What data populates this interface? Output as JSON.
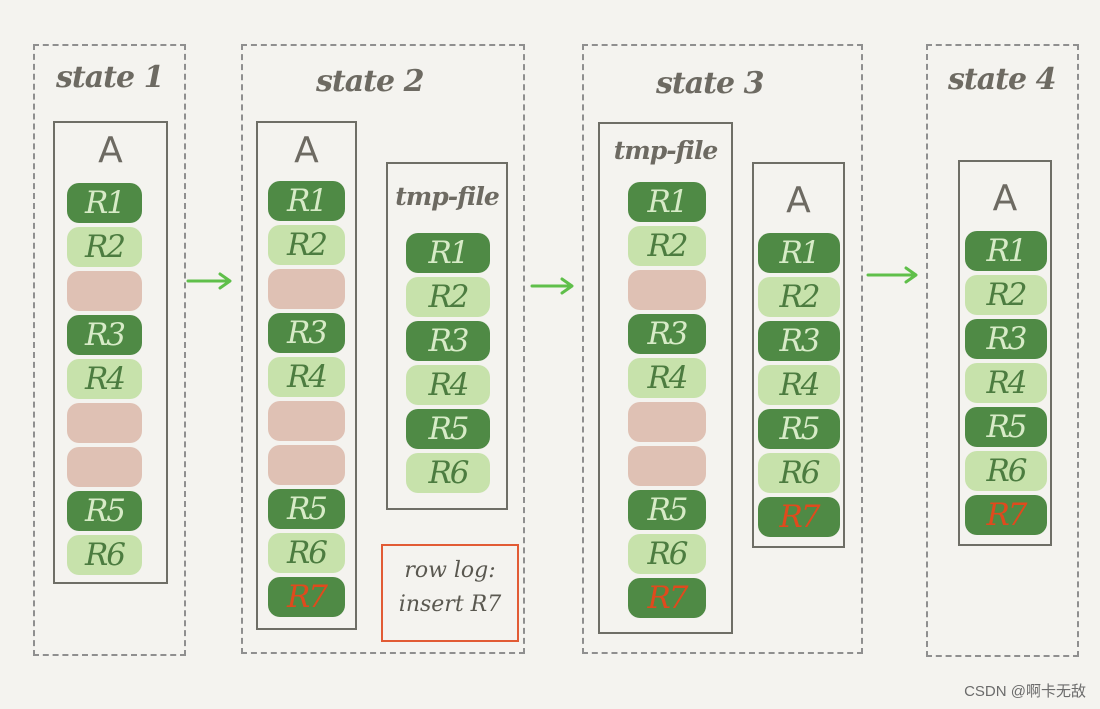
{
  "states": [
    {
      "title": "state 1"
    },
    {
      "title": "state 2"
    },
    {
      "title": "state 3"
    },
    {
      "title": "state 4"
    }
  ],
  "tables": {
    "s1_a": {
      "title": "A",
      "rows": [
        {
          "label": "R1",
          "style": "dark"
        },
        {
          "label": "R2",
          "style": "light"
        },
        {
          "label": "",
          "style": "empty"
        },
        {
          "label": "R3",
          "style": "dark"
        },
        {
          "label": "R4",
          "style": "light"
        },
        {
          "label": "",
          "style": "empty"
        },
        {
          "label": "",
          "style": "empty"
        },
        {
          "label": "R5",
          "style": "dark"
        },
        {
          "label": "R6",
          "style": "light"
        }
      ]
    },
    "s2_a": {
      "title": "A",
      "rows": [
        {
          "label": "R1",
          "style": "dark"
        },
        {
          "label": "R2",
          "style": "light"
        },
        {
          "label": "",
          "style": "empty"
        },
        {
          "label": "R3",
          "style": "dark"
        },
        {
          "label": "R4",
          "style": "light"
        },
        {
          "label": "",
          "style": "empty"
        },
        {
          "label": "",
          "style": "empty"
        },
        {
          "label": "R5",
          "style": "dark"
        },
        {
          "label": "R6",
          "style": "light"
        },
        {
          "label": "R7",
          "style": "dark",
          "red": true
        }
      ]
    },
    "s2_tmp": {
      "title": "tmp-file",
      "rows": [
        {
          "label": "R1",
          "style": "dark"
        },
        {
          "label": "R2",
          "style": "light"
        },
        {
          "label": "R3",
          "style": "dark"
        },
        {
          "label": "R4",
          "style": "light"
        },
        {
          "label": "R5",
          "style": "dark"
        },
        {
          "label": "R6",
          "style": "light"
        }
      ]
    },
    "s3_tmp": {
      "title": "tmp-file",
      "rows": [
        {
          "label": "R1",
          "style": "dark"
        },
        {
          "label": "R2",
          "style": "light"
        },
        {
          "label": "",
          "style": "empty"
        },
        {
          "label": "R3",
          "style": "dark"
        },
        {
          "label": "R4",
          "style": "light"
        },
        {
          "label": "",
          "style": "empty"
        },
        {
          "label": "",
          "style": "empty"
        },
        {
          "label": "R5",
          "style": "dark"
        },
        {
          "label": "R6",
          "style": "light"
        },
        {
          "label": "R7",
          "style": "dark",
          "red": true
        }
      ]
    },
    "s3_a": {
      "title": "A",
      "rows": [
        {
          "label": "R1",
          "style": "dark"
        },
        {
          "label": "R2",
          "style": "light"
        },
        {
          "label": "R3",
          "style": "dark"
        },
        {
          "label": "R4",
          "style": "light"
        },
        {
          "label": "R5",
          "style": "dark"
        },
        {
          "label": "R6",
          "style": "light"
        },
        {
          "label": "R7",
          "style": "dark",
          "red": true
        }
      ]
    },
    "s4_a": {
      "title": "A",
      "rows": [
        {
          "label": "R1",
          "style": "dark"
        },
        {
          "label": "R2",
          "style": "light"
        },
        {
          "label": "R3",
          "style": "dark"
        },
        {
          "label": "R4",
          "style": "light"
        },
        {
          "label": "R5",
          "style": "dark"
        },
        {
          "label": "R6",
          "style": "light"
        },
        {
          "label": "R7",
          "style": "dark",
          "red": true
        }
      ]
    }
  },
  "row_log": {
    "line1": "row log:",
    "line2": "insert R7"
  },
  "colors": {
    "dark_row": "#4f8a45",
    "light_row": "#c7e2ab",
    "empty_row": "#dfc1b4",
    "arrow": "#5fbf4a",
    "highlight": "#e04a1d"
  },
  "watermark": "CSDN @啊卡无敌"
}
